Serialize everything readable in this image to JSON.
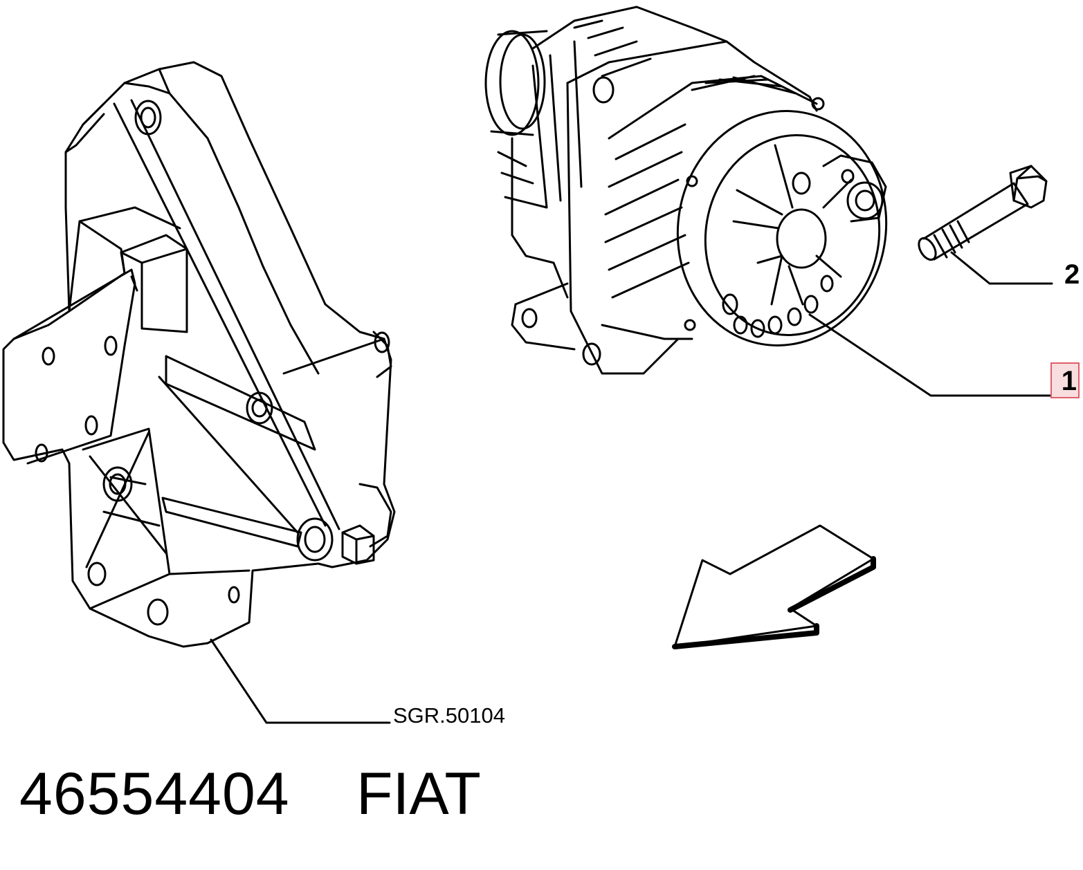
{
  "callouts": [
    {
      "id": "1",
      "label": "1",
      "highlighted": true
    },
    {
      "id": "2",
      "label": "2",
      "highlighted": false
    }
  ],
  "group_reference": "SGR.50104",
  "footer": {
    "part_number": "46554404",
    "brand": "FIAT"
  },
  "colors": {
    "line": "#000000",
    "highlight_border": "#e0606a",
    "highlight_fill": "#f8dede"
  },
  "icons": [
    "alternator-drawing",
    "mounting-bracket-drawing",
    "bolt-drawing",
    "direction-arrow-icon"
  ]
}
